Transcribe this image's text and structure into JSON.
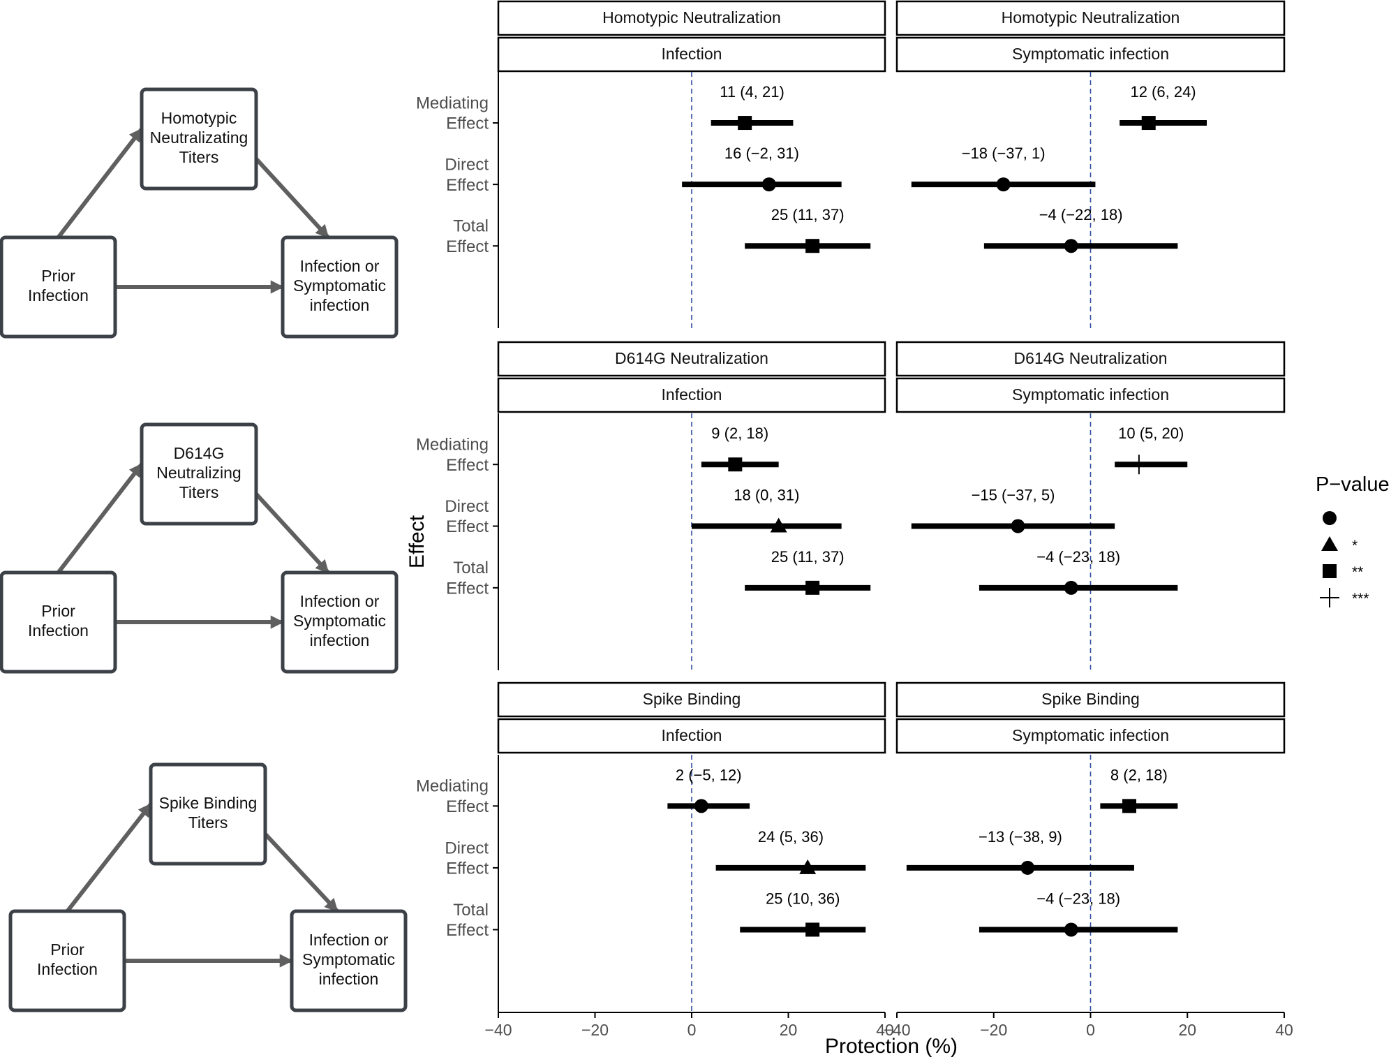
{
  "diagrams": [
    {
      "mediator": "Homotypic\nNeutralizating\nTiters",
      "exposure": "Prior\nInfection",
      "outcome": "Infection or\nSymptomatic\ninfection"
    },
    {
      "mediator": "D614G\nNeutralizing\nTiters",
      "exposure": "Prior\nInfection",
      "outcome": "Infection or\nSymptomatic\ninfection"
    },
    {
      "mediator": "Spike Binding\nTiters",
      "exposure": "Prior\nInfection",
      "outcome": "Infection or\nSymptomatic\ninfection"
    }
  ],
  "chart_data": {
    "type": "forest",
    "xlabel": "Protection (%)",
    "ylabel": "Effect",
    "xlim": [
      -40,
      40
    ],
    "xticks": [
      -40,
      -20,
      0,
      20,
      40
    ],
    "reference_line": 0,
    "effects": [
      "Mediating\nEffect",
      "Direct\nEffect",
      "Total\nEffect"
    ],
    "legend": {
      "title": "P−value",
      "position": "right",
      "entries": [
        {
          "symbol": "circle",
          "label": ""
        },
        {
          "symbol": "triangle",
          "label": "*"
        },
        {
          "symbol": "square",
          "label": "**"
        },
        {
          "symbol": "cross",
          "label": "***"
        }
      ]
    },
    "panels": [
      {
        "strip1": "Homotypic Neutralization",
        "strip2": "Infection",
        "points": [
          {
            "effect": "Mediating",
            "estimate": 11,
            "lower": 4,
            "upper": 21,
            "label": "11 (4, 21)",
            "symbol": "square"
          },
          {
            "effect": "Direct",
            "estimate": 16,
            "lower": -2,
            "upper": 31,
            "label": "16 (−2, 31)",
            "symbol": "circle"
          },
          {
            "effect": "Total",
            "estimate": 25,
            "lower": 11,
            "upper": 37,
            "label": "25 (11, 37)",
            "symbol": "square"
          }
        ]
      },
      {
        "strip1": "Homotypic Neutralization",
        "strip2": "Symptomatic infection",
        "points": [
          {
            "effect": "Mediating",
            "estimate": 12,
            "lower": 6,
            "upper": 24,
            "label": "12 (6, 24)",
            "symbol": "square"
          },
          {
            "effect": "Direct",
            "estimate": -18,
            "lower": -37,
            "upper": 1,
            "label": "−18 (−37, 1)",
            "symbol": "circle"
          },
          {
            "effect": "Total",
            "estimate": -4,
            "lower": -22,
            "upper": 18,
            "label": "−4 (−22, 18)",
            "symbol": "circle"
          }
        ]
      },
      {
        "strip1": "D614G Neutralization",
        "strip2": "Infection",
        "points": [
          {
            "effect": "Mediating",
            "estimate": 9,
            "lower": 2,
            "upper": 18,
            "label": "9 (2, 18)",
            "symbol": "square"
          },
          {
            "effect": "Direct",
            "estimate": 18,
            "lower": 0,
            "upper": 31,
            "label": "18 (0, 31)",
            "symbol": "triangle"
          },
          {
            "effect": "Total",
            "estimate": 25,
            "lower": 11,
            "upper": 37,
            "label": "25 (11, 37)",
            "symbol": "square"
          }
        ]
      },
      {
        "strip1": "D614G Neutralization",
        "strip2": "Symptomatic infection",
        "points": [
          {
            "effect": "Mediating",
            "estimate": 10,
            "lower": 5,
            "upper": 20,
            "label": "10 (5, 20)",
            "symbol": "cross"
          },
          {
            "effect": "Direct",
            "estimate": -15,
            "lower": -37,
            "upper": 5,
            "label": "−15 (−37, 5)",
            "symbol": "circle"
          },
          {
            "effect": "Total",
            "estimate": -4,
            "lower": -23,
            "upper": 18,
            "label": "−4 (−23, 18)",
            "symbol": "circle"
          }
        ]
      },
      {
        "strip1": "Spike Binding",
        "strip2": "Infection",
        "points": [
          {
            "effect": "Mediating",
            "estimate": 2,
            "lower": -5,
            "upper": 12,
            "label": "2 (−5, 12)",
            "symbol": "circle"
          },
          {
            "effect": "Direct",
            "estimate": 24,
            "lower": 5,
            "upper": 36,
            "label": "24 (5, 36)",
            "symbol": "triangle"
          },
          {
            "effect": "Total",
            "estimate": 25,
            "lower": 10,
            "upper": 36,
            "label": "25 (10, 36)",
            "symbol": "square"
          }
        ]
      },
      {
        "strip1": "Spike Binding",
        "strip2": "Symptomatic infection",
        "points": [
          {
            "effect": "Mediating",
            "estimate": 8,
            "lower": 2,
            "upper": 18,
            "label": "8 (2, 18)",
            "symbol": "square"
          },
          {
            "effect": "Direct",
            "estimate": -13,
            "lower": -38,
            "upper": 9,
            "label": "−13 (−38, 9)",
            "symbol": "circle"
          },
          {
            "effect": "Total",
            "estimate": -4,
            "lower": -23,
            "upper": 18,
            "label": "−4 (−23, 18)",
            "symbol": "circle"
          }
        ]
      }
    ]
  },
  "colors": {
    "diagram_box": "#3c4047",
    "arrow": "#5f5f5f",
    "reference_line": "#2f4fa0",
    "ink": "#000000",
    "axis_text": "#4d4d4d"
  }
}
